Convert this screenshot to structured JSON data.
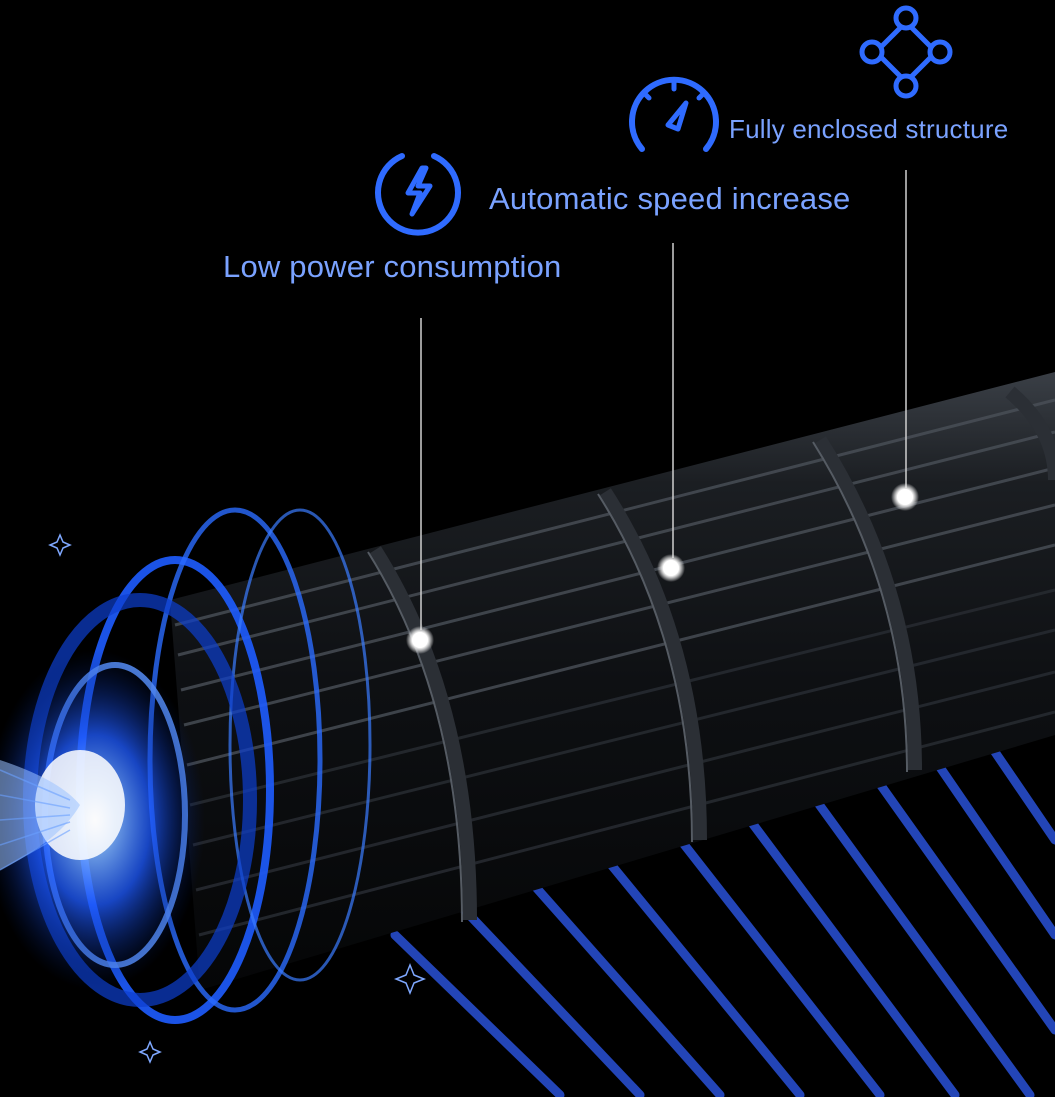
{
  "colors": {
    "background": "#000000",
    "accent_blue": "#2f6bff",
    "label_text": "#7aa2ff",
    "cylinder_dark": "#111418",
    "callout_line": "#cfcfcf"
  },
  "features": [
    {
      "label": "Low power consumption",
      "icon": "lightning-bolt-icon"
    },
    {
      "label": "Automatic speed increase",
      "icon": "speedometer-icon"
    },
    {
      "label": "Fully enclosed structure",
      "icon": "four-node-structure-icon"
    }
  ]
}
